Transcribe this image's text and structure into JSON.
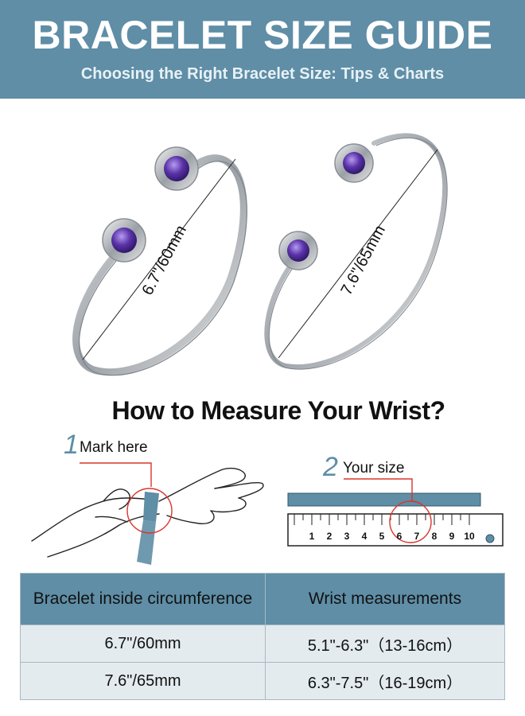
{
  "header": {
    "title": "BRACELET SIZE GUIDE",
    "subtitle": "Choosing the Right Bracelet Size: Tips & Charts"
  },
  "bracelets": [
    {
      "size_label": "6.7\"/60mm",
      "gem_color": "#4b2a8a"
    },
    {
      "size_label": "7.6\"/65mm",
      "gem_color": "#4b2a8a"
    }
  ],
  "how_to": {
    "heading": "How to Measure Your Wrist?",
    "step1": {
      "number": "1",
      "label": "Mark here"
    },
    "step2": {
      "number": "2",
      "label": "Your size"
    },
    "ruler_ticks": [
      "1",
      "2",
      "3",
      "4",
      "5",
      "6",
      "7",
      "8",
      "9",
      "10"
    ]
  },
  "table": {
    "headers": [
      "Bracelet inside circumference",
      "Wrist measurements"
    ],
    "rows": [
      [
        "6.7\"/60mm",
        "5.1\"-6.3\"（13-16cm）"
      ],
      [
        "7.6\"/65mm",
        "6.3\"-7.5\"（16-19cm）"
      ]
    ]
  },
  "colors": {
    "accent": "#5f8ea6",
    "marker": "#d9362b",
    "table_row": "#e3ebef"
  }
}
